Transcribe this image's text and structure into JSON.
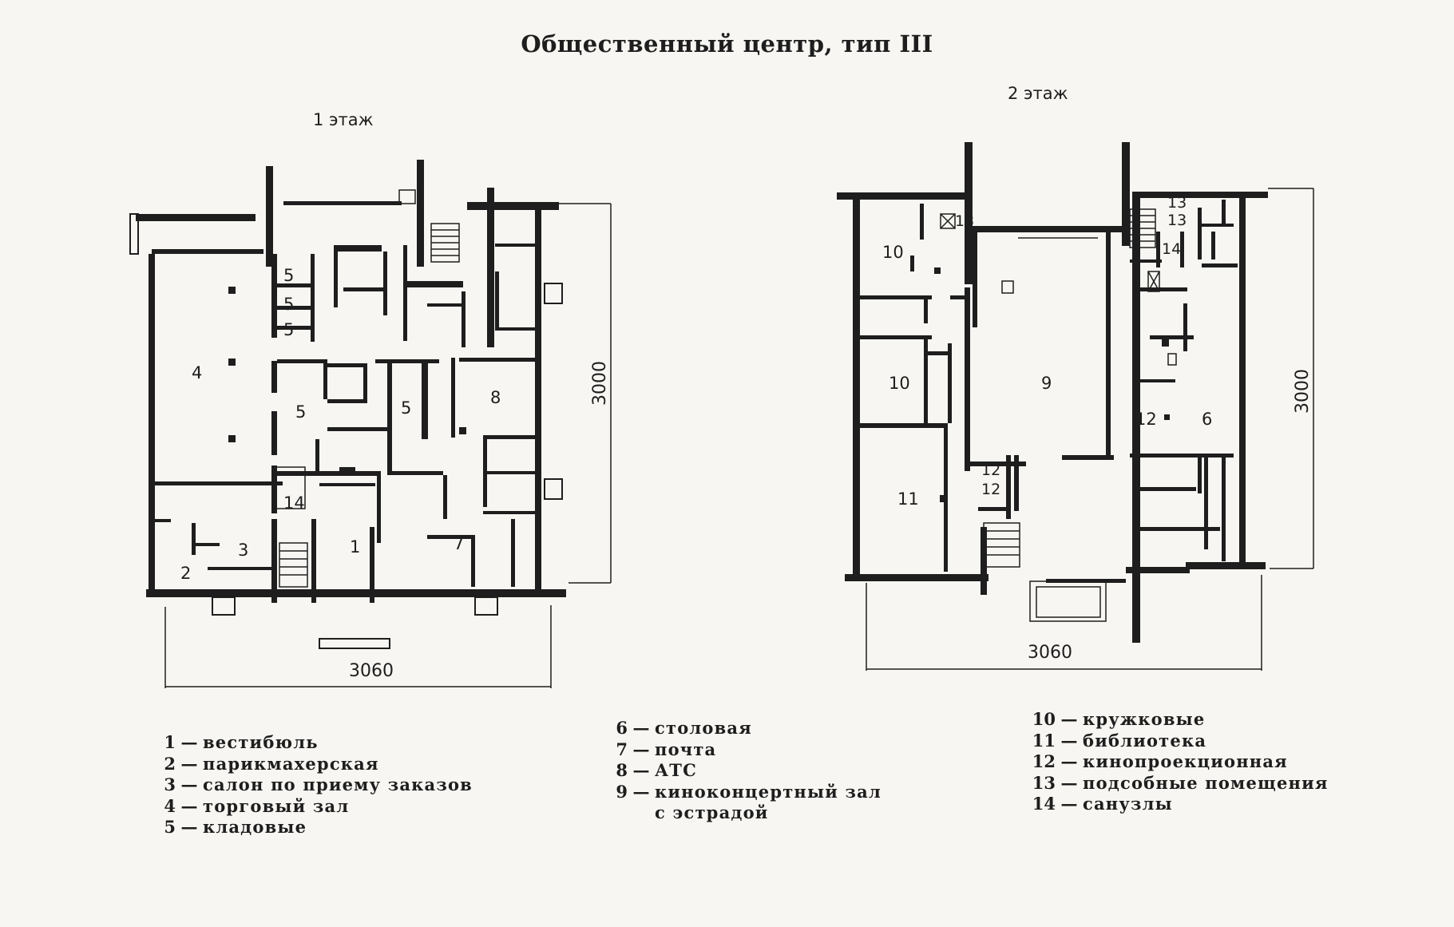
{
  "title": "Общественный центр, тип III",
  "floor1": {
    "label": "1 этаж",
    "width_dim": "3060",
    "depth_dim": "3000",
    "rooms": [
      "1",
      "2",
      "3",
      "4",
      "5",
      "5",
      "5",
      "5",
      "5",
      "7",
      "8",
      "14"
    ]
  },
  "floor2": {
    "label": "2 этаж",
    "width_dim": "3060",
    "depth_dim": "3000",
    "rooms": [
      "6",
      "9",
      "10",
      "10",
      "11",
      "12",
      "12",
      "12",
      "13",
      "13",
      "13",
      "14"
    ]
  },
  "legend": {
    "col1": [
      {
        "num": "1",
        "dash": "—",
        "text": "вестибюль"
      },
      {
        "num": "2",
        "dash": "—",
        "text": "парикмахерская"
      },
      {
        "num": "3",
        "dash": "—",
        "text": "салон по приему заказов"
      },
      {
        "num": "4",
        "dash": "—",
        "text": "торговый зал"
      },
      {
        "num": "5",
        "dash": "—",
        "text": "кладовые"
      }
    ],
    "col2": [
      {
        "num": "6",
        "dash": "—",
        "text": "столовая"
      },
      {
        "num": "7",
        "dash": "—",
        "text": "почта"
      },
      {
        "num": "8",
        "dash": "—",
        "text": "АТС"
      },
      {
        "num": "9",
        "dash": "—",
        "text": "киноконцертный зал"
      }
    ],
    "col2_cont": "с эстрадой",
    "col3": [
      {
        "num": "10",
        "dash": "—",
        "text": "кружковые"
      },
      {
        "num": "11",
        "dash": "—",
        "text": "библиотека"
      },
      {
        "num": "12",
        "dash": "—",
        "text": "кинопроекционная"
      },
      {
        "num": "13",
        "dash": "—",
        "text": "подсобные помещения"
      },
      {
        "num": "14",
        "dash": "—",
        "text": "санузлы"
      }
    ]
  }
}
